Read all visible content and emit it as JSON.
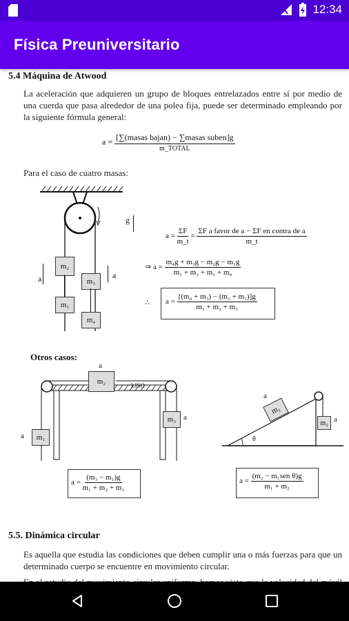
{
  "status": {
    "time": "12:34"
  },
  "app": {
    "title": "Física Preuniversitario"
  },
  "section_54": {
    "heading": "5.4 Máquina de Atwood",
    "intro": "La aceleración que adquieren un grupo de bloques entrelazados entre sí por medio de una cuerda que pasa alrededor de una polea fija, puede ser determinado empleando por la siguiente fórmula general:",
    "general_formula": {
      "lhs": "a =",
      "num": "[∑(masas bajan) − ∑masas suben]g",
      "den": "m_TOTAL"
    },
    "four_masses": "Para el caso de cuatro masas:",
    "f1": {
      "lhs": "a =",
      "num1": "ΣF",
      "den1": "m_t",
      "eq": "=",
      "num2": "ΣF a favor de a − ΣF en contra de a",
      "den2": "m_t"
    },
    "f2": {
      "lhs": "⇒    a =",
      "num": "m₄g + m₃g − m₂g − m₁g",
      "den": "m₁ + m₂ + m₃ + m₄"
    },
    "f3": {
      "lhs": "∴",
      "eq": "a =",
      "num": "[(m₄ + m₃) − (m₂ + m₁)]g",
      "den": "m₁ + m₂ + m₃"
    },
    "diagram": {
      "g_label": "g",
      "a_left": "a",
      "a_right": "a",
      "m1": "m₁",
      "m2": "m₂",
      "m3": "m₃",
      "m4": "m₄"
    }
  },
  "otros_casos": {
    "heading": "Otros casos:",
    "left": {
      "a_top": "a",
      "m2": "m₂",
      "liso": "LISO",
      "m1": "m₁",
      "a_right": "a",
      "m3": "m₃",
      "a_left": "a",
      "formula_lhs": "a =",
      "formula_num": "(m₃ − m₁)g",
      "formula_den": "m₁ + m₂ + m₃"
    },
    "right": {
      "a_top": "a",
      "m1": "m₁",
      "m2": "m₂",
      "a_right": "a",
      "theta": "θ",
      "formula_lhs": "a =",
      "formula_num": "(m₂ − m₁sen θ)g",
      "formula_den": "m₁ + m₂"
    }
  },
  "section_55": {
    "heading": "5.5. Dinámica circular",
    "para1": "Es aquella que estudia las condiciones que deben cumplir una o más fuerzas para que un determinado cuerpo se encuentre en movimiento circular.",
    "para2": "En el estudio del movimiento circular uniforme, hemos visto que la velocidad del móvil no"
  }
}
